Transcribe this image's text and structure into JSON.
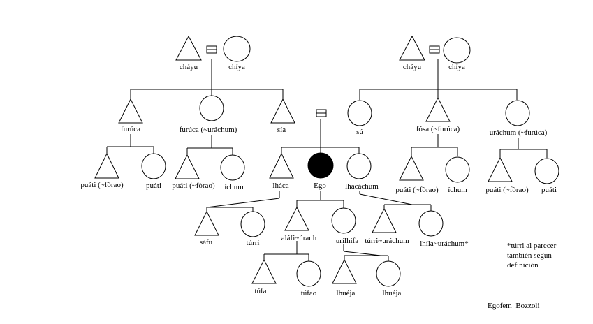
{
  "diagram": {
    "nodes": [
      {
        "id": "pgf",
        "shape": "triangle",
        "label": "cháyu"
      },
      {
        "id": "pgm",
        "shape": "circle",
        "label": "chíya"
      },
      {
        "id": "mgf",
        "shape": "triangle",
        "label": "cháyu"
      },
      {
        "id": "mgm",
        "shape": "circle",
        "label": "chíya"
      },
      {
        "id": "furuca1",
        "shape": "triangle",
        "label": "furúca"
      },
      {
        "id": "furuca2",
        "shape": "circle",
        "label": "furúca (~uráchum)"
      },
      {
        "id": "sia",
        "shape": "triangle",
        "label": "sía"
      },
      {
        "id": "su",
        "shape": "circle",
        "label": "sú"
      },
      {
        "id": "fosa",
        "shape": "triangle",
        "label": "fósa (~furúca)"
      },
      {
        "id": "urachum",
        "shape": "circle",
        "label": "uráchum (~furúca)"
      },
      {
        "id": "c1",
        "shape": "triangle",
        "label": "puáti (~fòrao)"
      },
      {
        "id": "c2",
        "shape": "circle",
        "label": "puáti"
      },
      {
        "id": "c3",
        "shape": "triangle",
        "label": "puáti (~fòrao)"
      },
      {
        "id": "c4",
        "shape": "circle",
        "label": "íchum"
      },
      {
        "id": "lhaca",
        "shape": "triangle",
        "label": "lháca"
      },
      {
        "id": "ego",
        "shape": "circle-filled",
        "label": "Ego"
      },
      {
        "id": "lhacachum",
        "shape": "circle",
        "label": "lhacáchum"
      },
      {
        "id": "c5",
        "shape": "triangle",
        "label": "puáti (~fòrao)"
      },
      {
        "id": "c6",
        "shape": "circle",
        "label": "íchum"
      },
      {
        "id": "c7",
        "shape": "triangle",
        "label": "puáti (~fòrao)"
      },
      {
        "id": "c8",
        "shape": "circle",
        "label": "puáti"
      },
      {
        "id": "safu",
        "shape": "triangle",
        "label": "sáfu"
      },
      {
        "id": "turri",
        "shape": "circle",
        "label": "túrri"
      },
      {
        "id": "alafi",
        "shape": "triangle",
        "label": "aláfi~úranh"
      },
      {
        "id": "urilhifa",
        "shape": "circle",
        "label": "urílhifa"
      },
      {
        "id": "turri2",
        "shape": "triangle",
        "label": "túrri~uráchum"
      },
      {
        "id": "lhila",
        "shape": "circle",
        "label": "lhíla~uráchum*"
      },
      {
        "id": "tufa",
        "shape": "triangle",
        "label": "túfa"
      },
      {
        "id": "tufao",
        "shape": "circle",
        "label": "túfao"
      },
      {
        "id": "lhueja1",
        "shape": "triangle",
        "label": "lhuéja"
      },
      {
        "id": "lhueja2",
        "shape": "circle",
        "label": "lhuéja"
      }
    ],
    "note_lines": [
      "*túrri al parecer",
      "también según",
      "definición"
    ],
    "credit": "Egofem_Bozzoli",
    "colors": {
      "stroke": "#000000",
      "ego_fill": "#000000",
      "background": "#ffffff"
    }
  }
}
